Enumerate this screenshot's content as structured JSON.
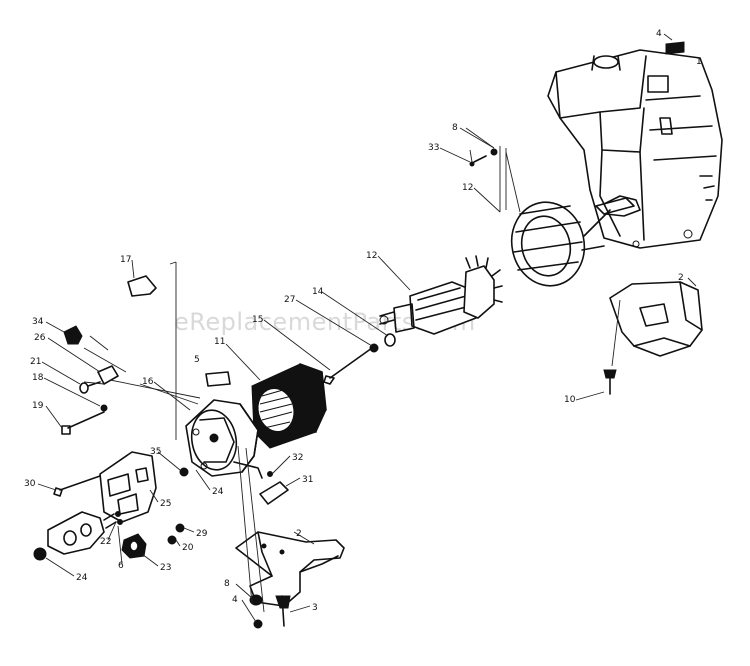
{
  "watermark": "eReplacementParts.com",
  "part_numbers": [
    "1",
    "2",
    "3",
    "4",
    "5",
    "6",
    "8",
    "10",
    "11",
    "12",
    "14",
    "15",
    "16",
    "17",
    "18",
    "19",
    "20",
    "21",
    "22",
    "23",
    "24",
    "25",
    "26",
    "27",
    "29",
    "30",
    "31",
    "32",
    "33",
    "34",
    "35"
  ],
  "labels": {
    "l4": "4",
    "l1": "1",
    "l8a": "8",
    "l33": "33",
    "l12a": "12",
    "l12b": "12",
    "l17": "17",
    "l14": "14",
    "l27": "27",
    "l15": "15",
    "l34": "34",
    "l26": "26",
    "l11": "11",
    "l21": "21",
    "l5": "5",
    "l18": "18",
    "l16": "16",
    "l2a": "2",
    "l10": "10",
    "l19": "19",
    "l35": "35",
    "l32": "32",
    "l30": "30",
    "l24a": "24",
    "l25": "25",
    "l31": "31",
    "l22": "22",
    "l29": "29",
    "l20": "20",
    "l2b": "2",
    "l6": "6",
    "l23": "23",
    "l24b": "24",
    "l8b": "8",
    "l4b": "4",
    "l3": "3"
  }
}
